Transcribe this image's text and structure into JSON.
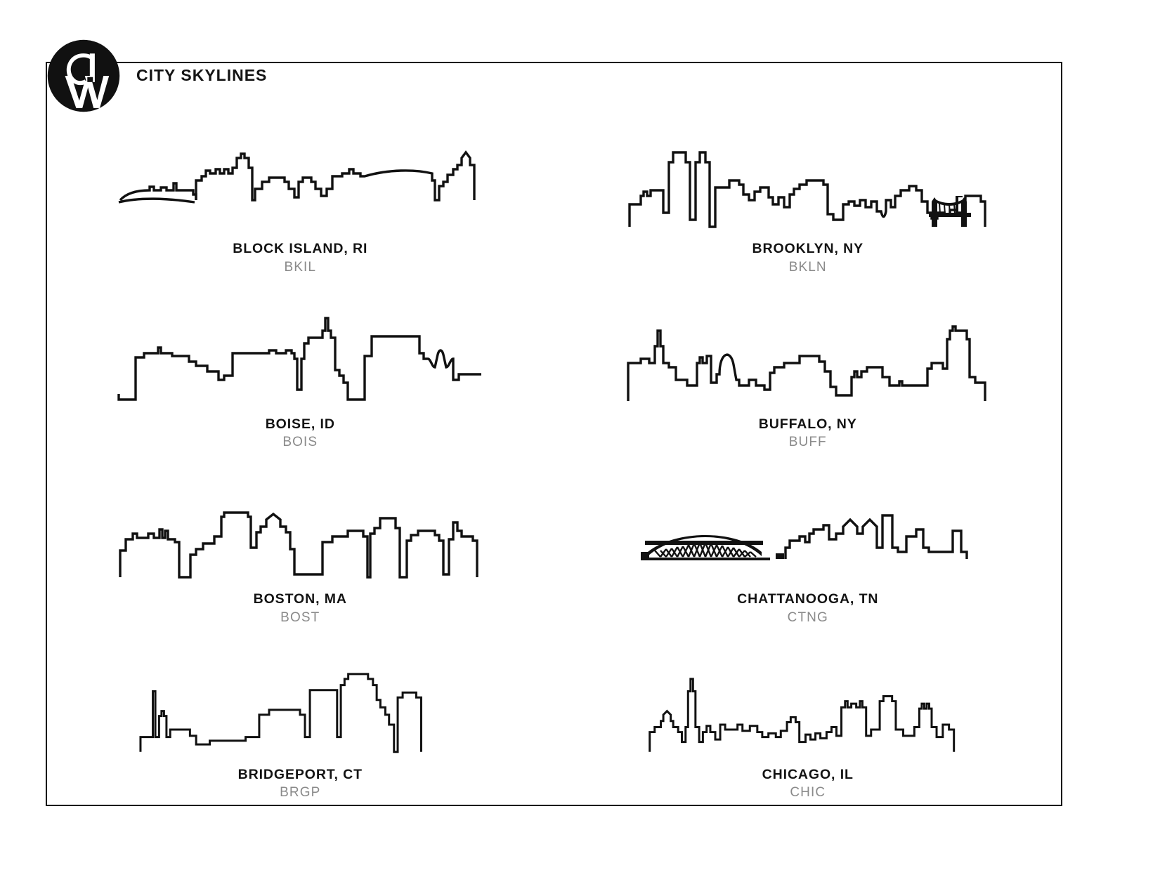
{
  "header": {
    "logo_name": "cw-monogram-logo",
    "logo_letters": "CW",
    "title": "CITY SKYLINES"
  },
  "colors": {
    "ink": "#111111",
    "code_gray": "#8a8a8a",
    "background": "#ffffff",
    "border": "#111111"
  },
  "cities": [
    {
      "name": "BLOCK ISLAND, RI",
      "code": "BKIL",
      "icon": "block-island-skyline"
    },
    {
      "name": "BROOKLYN, NY",
      "code": "BKLN",
      "icon": "brooklyn-skyline"
    },
    {
      "name": "BOISE, ID",
      "code": "BOIS",
      "icon": "boise-skyline"
    },
    {
      "name": "BUFFALO, NY",
      "code": "BUFF",
      "icon": "buffalo-skyline"
    },
    {
      "name": "BOSTON, MA",
      "code": "BOST",
      "icon": "boston-skyline"
    },
    {
      "name": "CHATTANOOGA, TN",
      "code": "CTNG",
      "icon": "chattanooga-skyline"
    },
    {
      "name": "BRIDGEPORT, CT",
      "code": "BRGP",
      "icon": "bridgeport-skyline"
    },
    {
      "name": "CHICAGO, IL",
      "code": "CHIC",
      "icon": "chicago-skyline"
    }
  ]
}
